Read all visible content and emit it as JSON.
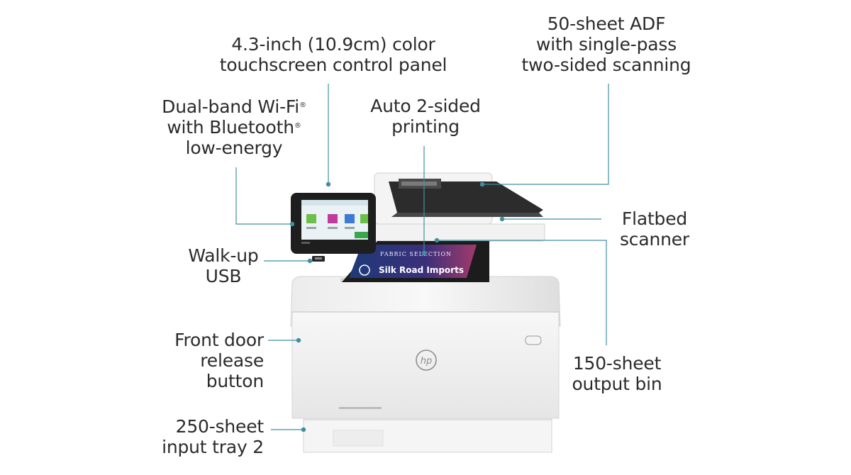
{
  "callouts": {
    "control_panel": {
      "line1": "4.3-inch (10.9cm) color",
      "line2": "touchscreen control panel"
    },
    "adf": {
      "line1": "50-sheet ADF",
      "line2": "with single-pass",
      "line3": "two-sided scanning"
    },
    "wifi": {
      "line1": "Dual-band Wi-Fi",
      "line2": "with Bluetooth",
      "line3": "low-energy",
      "reg_mark": "®"
    },
    "duplex": {
      "line1": "Auto 2-sided",
      "line2": "printing"
    },
    "flatbed": {
      "line1": "Flatbed",
      "line2": "scanner"
    },
    "usb": {
      "line1": "Walk-up",
      "line2": "USB"
    },
    "front_door": {
      "line1": "Front door",
      "line2": "release",
      "line3": "button"
    },
    "output_bin": {
      "line1": "150-sheet",
      "line2": "output bin"
    },
    "input_tray": {
      "line1": "250-sheet",
      "line2": "input tray 2"
    }
  },
  "printer": {
    "brand": "hp",
    "printed_page_line1": "FABRIC SELECTION",
    "printed_page_line2": "Silk Road Imports"
  },
  "colors": {
    "leader_line": "#3f8fa0",
    "text": "#2b2b2b",
    "printer_body": "#f1f1f1"
  }
}
